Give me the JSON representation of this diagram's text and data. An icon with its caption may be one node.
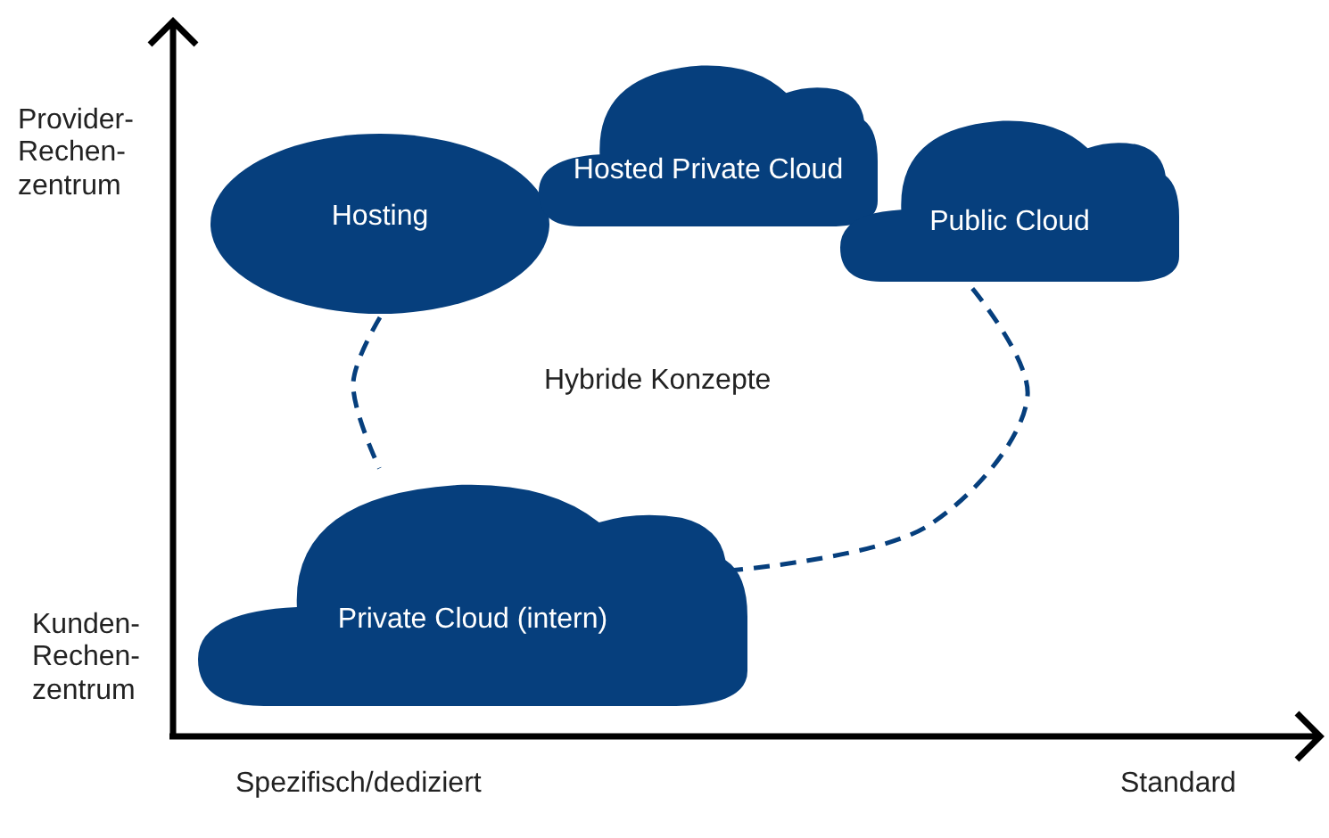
{
  "diagram": {
    "nodes": [
      {
        "text": [
          "Hosting"
        ]
      },
      {
        "text": [
          "Hosted Private Cloud"
        ]
      },
      {
        "text": [
          "Public Cloud"
        ]
      },
      {
        "text": [
          "Private Cloud (intern)"
        ]
      }
    ],
    "edges": [
      {
        "from": 0,
        "to": 3,
        "arrow": "none",
        "style": "dashed"
      },
      {
        "from": 2,
        "to": 3,
        "arrow": "none",
        "style": "dashed"
      }
    ],
    "labels": [
      "Provider- Rechen- zentrum",
      "Hybride Konzepte",
      "Kunden- Rechen- zentrum",
      "Spezifisch/dediziert",
      "Standard"
    ]
  }
}
